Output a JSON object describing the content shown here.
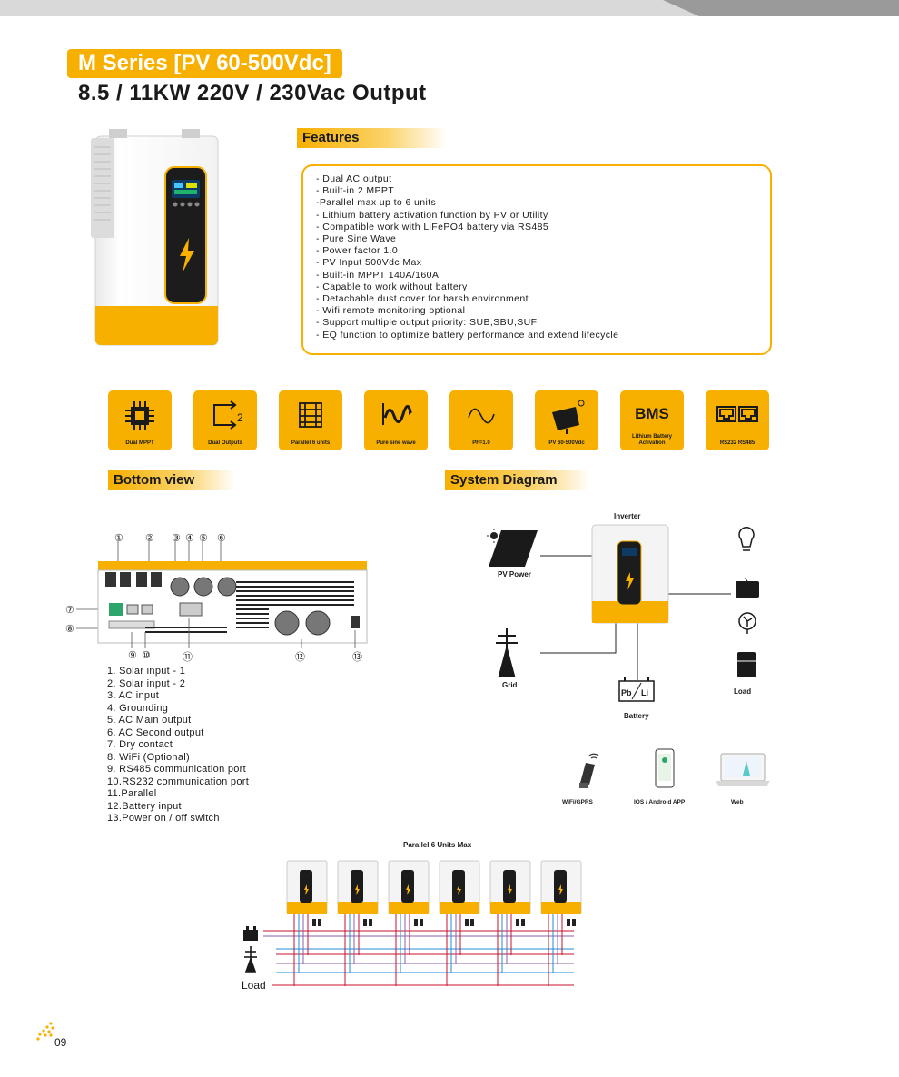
{
  "header": {
    "series": "M Series  [PV 60-500Vdc]",
    "title": "8.5 / 11KW  220V / 230Vac Output"
  },
  "features": {
    "heading": "Features",
    "items": [
      "- Dual AC output",
      "- Built-in 2 MPPT",
      "-Parallel max up to 6 units",
      "- Lithium battery activation function by PV or Utility",
      "- Compatible work with LiFePO4 battery via RS485",
      "- Pure Sine Wave",
      "- Power factor 1.0",
      "- PV Input 500Vdc Max",
      "- Built-in MPPT 140A/160A",
      "- Capable to work without battery",
      "- Detachable dust cover for harsh environment",
      "- Wifi remote monitoring optional",
      "- Support multiple output priority: SUB,SBU,SUF",
      "- EQ function to optimize battery performance and extend lifecycle"
    ]
  },
  "icon_cards": [
    {
      "label": "Dual MPPT",
      "icon": "chip-icon"
    },
    {
      "label": "Dual Outputs",
      "icon": "dual-output-icon"
    },
    {
      "label": "Parallel 6 units",
      "icon": "parallel-icon"
    },
    {
      "label": "Pure sine wave",
      "icon": "sine-wave-icon"
    },
    {
      "label": "PF=1.0",
      "icon": "power-factor-icon"
    },
    {
      "label": "PV 60-500Vdc",
      "icon": "solar-panel-icon"
    },
    {
      "label": "Lithium Battery Activation",
      "icon": "bms-icon",
      "text": "BMS"
    },
    {
      "label": "RS232    RS485",
      "icon": "rs-port-icon"
    }
  ],
  "bottom_view": {
    "heading": "Bottom view",
    "top_callouts": [
      "①",
      "②",
      "③",
      "④",
      "⑤",
      "⑥"
    ],
    "left_callouts": [
      "⑦",
      "⑧"
    ],
    "bottom_callouts": [
      "⑨",
      "⑩",
      "⑪",
      "⑫",
      "⑬"
    ],
    "legend": [
      "1. Solar input - 1",
      "2. Solar input - 2",
      "3. AC input",
      "4. Grounding",
      "5. AC Main  output",
      "6. AC Second  output",
      "7.  Dry contact",
      "8. WiFi  (Optional)",
      "9. RS485 communication port",
      "10.RS232 communication port",
      "11.Parallel",
      "12.Battery input",
      "13.Power on / off switch"
    ]
  },
  "system_diagram": {
    "heading": "System Diagram",
    "inverter": "Inverter",
    "pv": "PV Power",
    "grid": "Grid",
    "battery": "Battery",
    "battery_pb": "Pb",
    "battery_li": "Li",
    "load": "Load",
    "monitoring": [
      {
        "label": "WiFi/GPRS",
        "icon": "wifi-dongle-icon"
      },
      {
        "label": "IOS / Android APP",
        "icon": "smartphone-icon"
      },
      {
        "label": "Web",
        "icon": "laptop-icon"
      }
    ]
  },
  "parallel": {
    "title": "Parallel 6 Units Max",
    "load": "Load"
  },
  "page_number": "09",
  "colors": {
    "brand_yellow": "#f7b000",
    "wire_red": "#c8102e",
    "wire_blue": "#1f8fd6",
    "wire_purple": "#8b5fa8"
  }
}
